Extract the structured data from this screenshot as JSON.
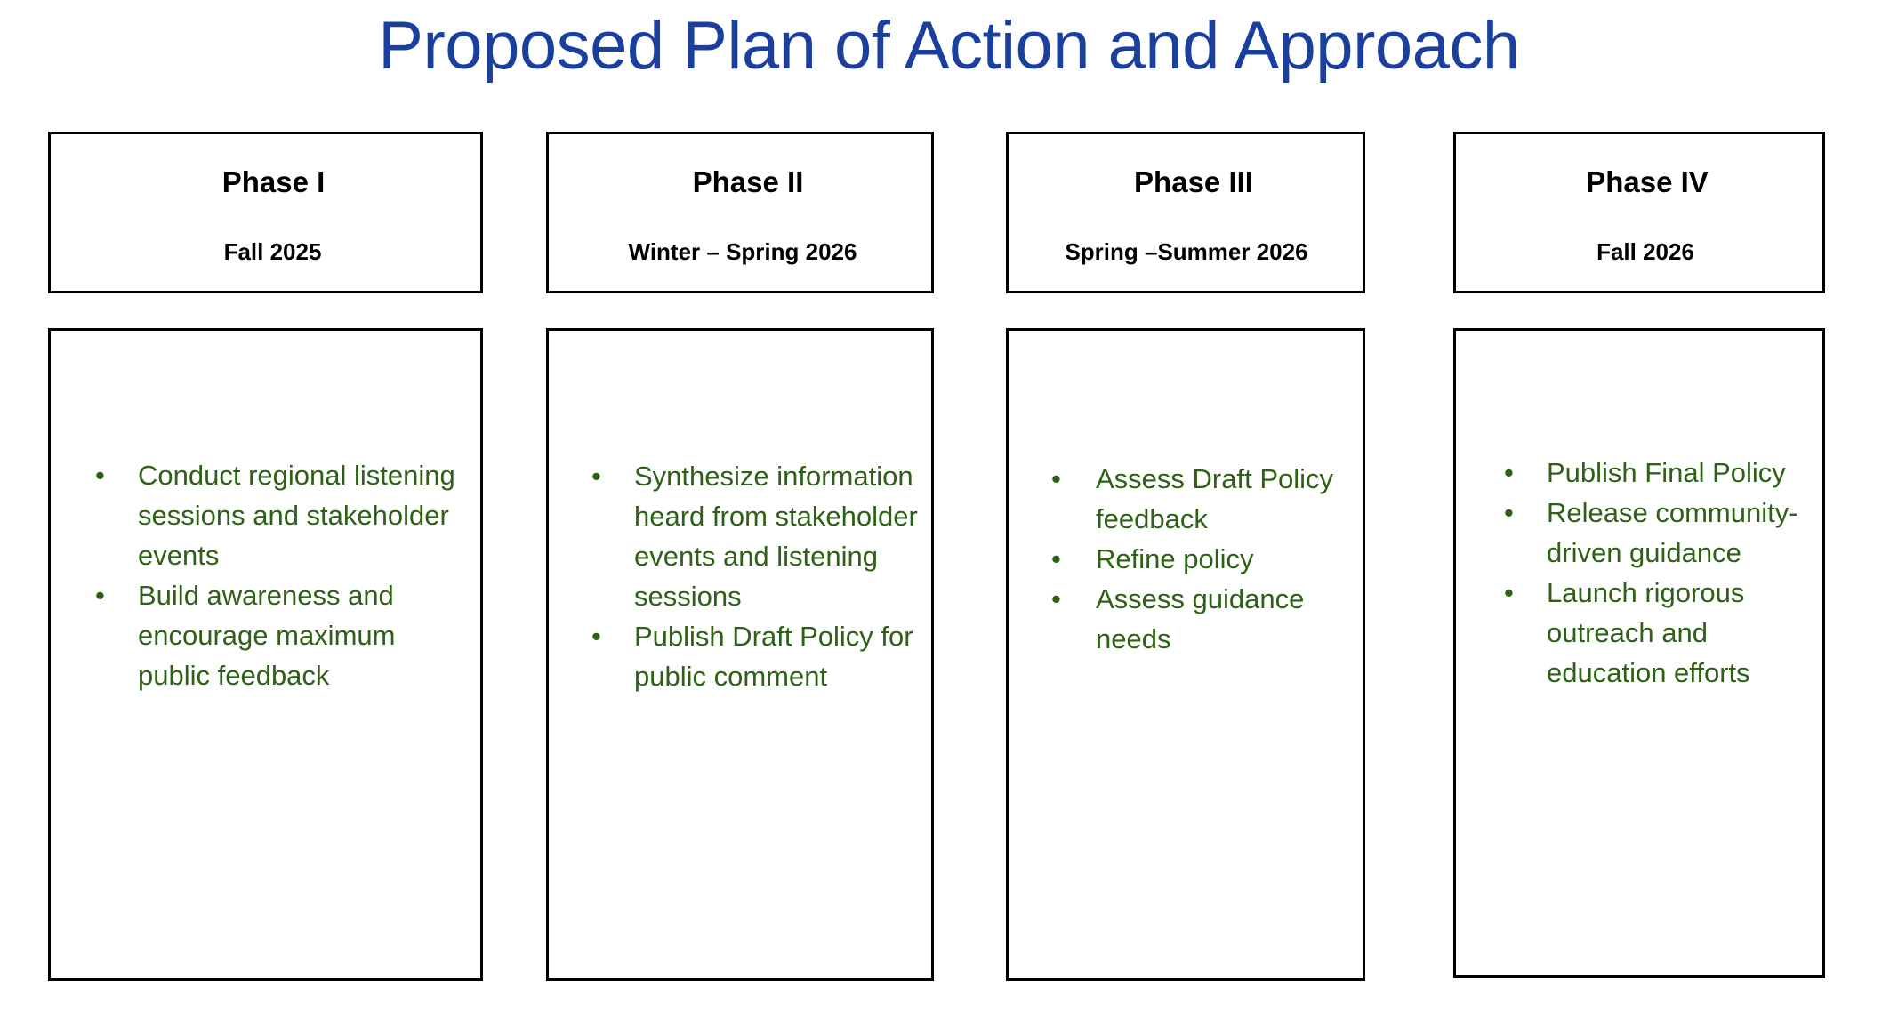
{
  "slide": {
    "title": "Proposed Plan of Action and Approach",
    "title_color": "#1b3f9c",
    "body_text_color": "#2e6016",
    "border_color": "#000000",
    "background_color": "#ffffff",
    "bullet_glyph": "•"
  },
  "phases": [
    {
      "name": "Phase I",
      "date": "Fall 2025",
      "bullets": [
        "Conduct regional listening sessions and stakeholder events",
        "Build awareness and encourage maximum public feedback"
      ]
    },
    {
      "name": "Phase II",
      "date": "Winter – Spring 2026",
      "bullets": [
        "Synthesize information heard from stakeholder events and listening sessions",
        "Publish Draft Policy for public comment"
      ]
    },
    {
      "name": "Phase III",
      "date": "Spring –Summer 2026",
      "bullets": [
        "Assess Draft Policy feedback",
        "Refine policy",
        "Assess guidance needs"
      ]
    },
    {
      "name": "Phase IV",
      "date": "Fall 2026",
      "bullets": [
        "Publish Final Policy",
        "Release community-driven guidance",
        "Launch rigorous outreach and education efforts"
      ]
    }
  ]
}
